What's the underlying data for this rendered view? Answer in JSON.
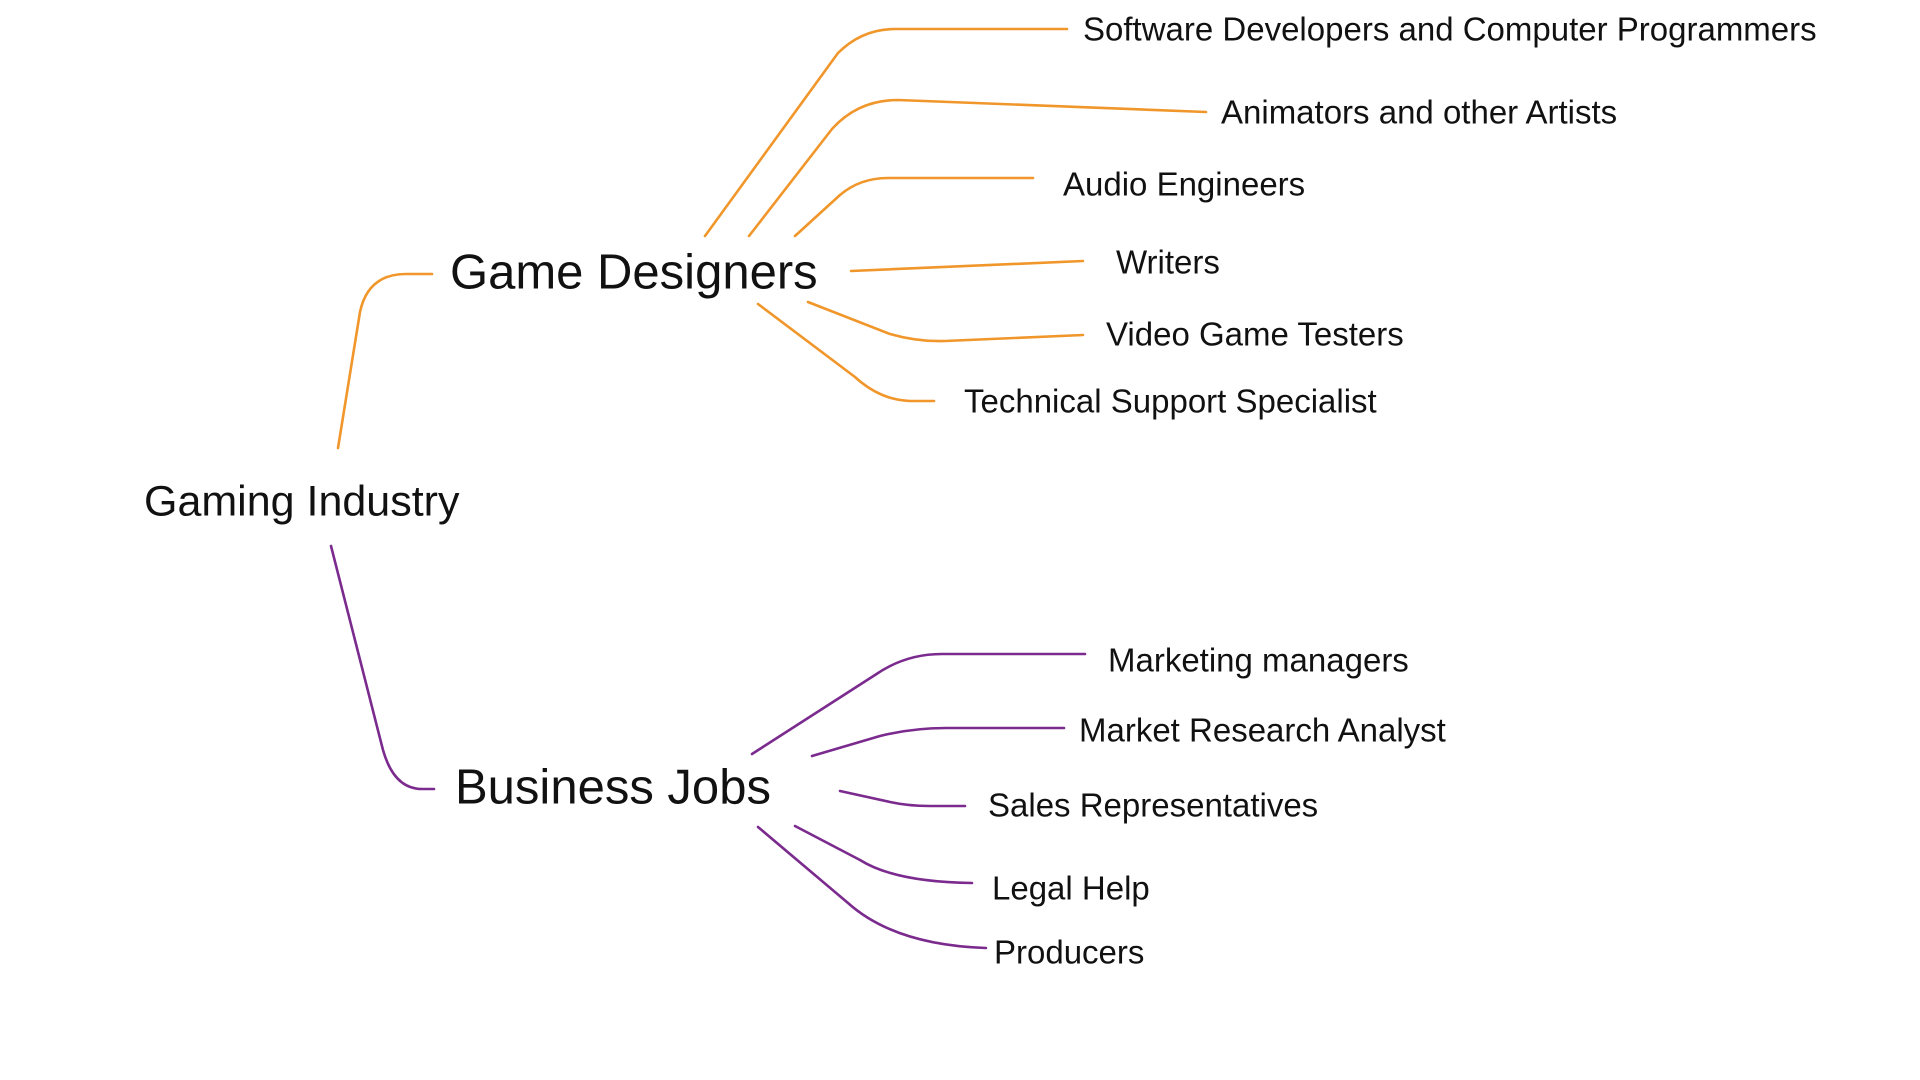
{
  "colors": {
    "branch_orange": "#F0962A",
    "branch_purple": "#7B2A8E",
    "text": "#111111",
    "background": "#FFFFFF"
  },
  "diagram": {
    "root": {
      "label": "Gaming Industry"
    },
    "branches": [
      {
        "label": "Game Designers",
        "color_key": "branch_orange",
        "children": [
          "Software Developers and Computer Programmers",
          "Animators and other Artists",
          "Audio Engineers",
          "Writers",
          "Video Game Testers",
          "Technical Support Specialist"
        ]
      },
      {
        "label": "Business Jobs",
        "color_key": "branch_purple",
        "children": [
          "Marketing managers",
          "Market Research Analyst",
          "Sales Representatives",
          "Legal Help",
          "Producers"
        ]
      }
    ]
  }
}
